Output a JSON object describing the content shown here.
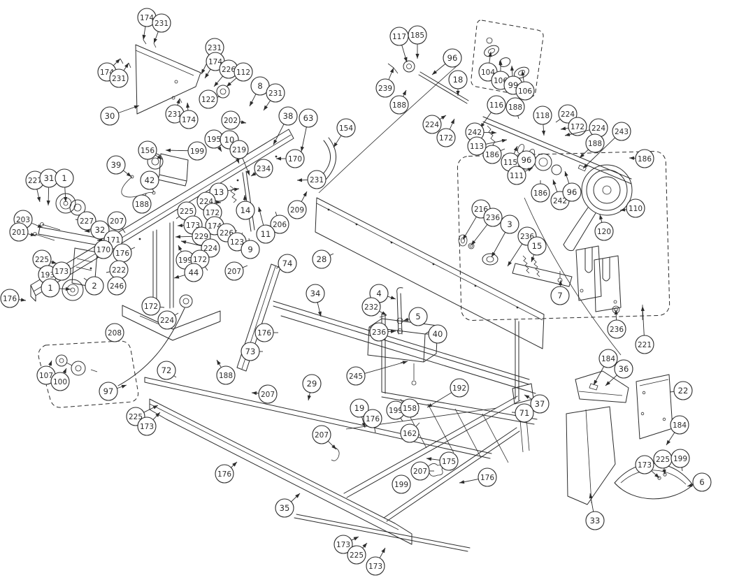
{
  "figure": {
    "type": "exploded-parts-diagram",
    "background": "#ffffff",
    "line_color": "#2b2b2b",
    "balloon_radius": 13,
    "callout_count": 157
  },
  "callouts": [
    [
      "174",
      210,
      25,
      205,
      57
    ],
    [
      "231",
      231,
      33,
      220,
      62
    ],
    [
      "174",
      153,
      103,
      172,
      84
    ],
    [
      "231",
      170,
      112,
      184,
      90
    ],
    [
      "30",
      157,
      166,
      199,
      151
    ],
    [
      "231",
      307,
      68,
      288,
      106
    ],
    [
      "174",
      308,
      88,
      293,
      112
    ],
    [
      "226",
      327,
      99,
      306,
      124
    ],
    [
      "112",
      348,
      103,
      324,
      124
    ],
    [
      "122",
      298,
      142,
      315,
      138
    ],
    [
      "231",
      250,
      163,
      257,
      141
    ],
    [
      "174",
      270,
      171,
      268,
      147
    ],
    [
      "8",
      372,
      123,
      357,
      152
    ],
    [
      "231",
      394,
      133,
      377,
      158
    ],
    [
      "202",
      330,
      172,
      352,
      176
    ],
    [
      "195",
      306,
      199,
      317,
      217
    ],
    [
      "10",
      328,
      200,
      342,
      234
    ],
    [
      "219",
      342,
      214,
      357,
      251
    ],
    [
      "38",
      412,
      166,
      391,
      207
    ],
    [
      "63",
      441,
      169,
      431,
      217
    ],
    [
      "154",
      495,
      183,
      477,
      211
    ],
    [
      "170",
      422,
      227,
      395,
      227
    ],
    [
      "234",
      377,
      241,
      359,
      252
    ],
    [
      "231",
      453,
      257,
      425,
      258
    ],
    [
      "209",
      425,
      300,
      439,
      274
    ],
    [
      "206",
      400,
      321,
      394,
      303
    ],
    [
      "13",
      313,
      275,
      342,
      270
    ],
    [
      "224",
      295,
      288,
      316,
      290
    ],
    [
      "172",
      304,
      304,
      316,
      299
    ],
    [
      "14",
      351,
      301,
      350,
      279
    ],
    [
      "156",
      211,
      215,
      232,
      228
    ],
    [
      "199",
      282,
      216,
      237,
      215
    ],
    [
      "39",
      166,
      236,
      188,
      253
    ],
    [
      "42",
      214,
      258,
      220,
      275
    ],
    [
      "188",
      203,
      292,
      209,
      277
    ],
    [
      "225",
      267,
      302,
      252,
      313
    ],
    [
      "173",
      276,
      322,
      254,
      323
    ],
    [
      "174",
      307,
      323,
      329,
      328
    ],
    [
      "226",
      324,
      333,
      339,
      330
    ],
    [
      "229",
      288,
      338,
      251,
      339
    ],
    [
      "224",
      301,
      355,
      259,
      345
    ],
    [
      "123",
      339,
      346,
      347,
      333
    ],
    [
      "9",
      358,
      357,
      356,
      341
    ],
    [
      "11",
      380,
      335,
      370,
      296
    ],
    [
      "199",
      265,
      372,
      255,
      351
    ],
    [
      "172",
      286,
      371,
      297,
      387
    ],
    [
      "44",
      277,
      390,
      249,
      398
    ],
    [
      "227",
      50,
      258,
      57,
      289
    ],
    [
      "31",
      70,
      255,
      69,
      294
    ],
    [
      "1",
      92,
      255,
      94,
      289
    ],
    [
      "203",
      33,
      314,
      61,
      326
    ],
    [
      "201",
      27,
      332,
      51,
      337
    ],
    [
      "227",
      124,
      316,
      108,
      314
    ],
    [
      "32",
      143,
      329,
      121,
      331
    ],
    [
      "171",
      162,
      343,
      139,
      344
    ],
    [
      "170",
      148,
      357,
      139,
      369
    ],
    [
      "207",
      167,
      316,
      179,
      333
    ],
    [
      "176",
      175,
      362,
      193,
      354
    ],
    [
      "225",
      60,
      371,
      81,
      377
    ],
    [
      "193",
      68,
      393,
      84,
      386
    ],
    [
      "173",
      88,
      388,
      99,
      379
    ],
    [
      "1",
      72,
      412,
      101,
      414
    ],
    [
      "2",
      135,
      409,
      120,
      398
    ],
    [
      "222",
      170,
      386,
      152,
      390
    ],
    [
      "246",
      167,
      409,
      155,
      403
    ],
    [
      "176",
      14,
      427,
      37,
      430
    ],
    [
      "172",
      216,
      438,
      235,
      440
    ],
    [
      "224",
      239,
      458,
      255,
      448
    ],
    [
      "208",
      164,
      476,
      177,
      475
    ],
    [
      "107",
      66,
      537,
      74,
      516
    ],
    [
      "100",
      86,
      546,
      95,
      527
    ],
    [
      "97",
      155,
      560,
      181,
      551
    ],
    [
      "72",
      238,
      530,
      252,
      540
    ],
    [
      "225",
      194,
      596,
      226,
      580
    ],
    [
      "173",
      210,
      610,
      229,
      590
    ],
    [
      "28",
      460,
      371,
      477,
      363
    ],
    [
      "34",
      451,
      420,
      459,
      453
    ],
    [
      "4",
      542,
      420,
      566,
      428
    ],
    [
      "232",
      531,
      439,
      553,
      451
    ],
    [
      "5",
      598,
      453,
      577,
      459
    ],
    [
      "236",
      542,
      475,
      566,
      474
    ],
    [
      "40",
      626,
      478,
      608,
      478
    ],
    [
      "245",
      509,
      538,
      583,
      517
    ],
    [
      "74",
      411,
      377,
      395,
      384
    ],
    [
      "207",
      335,
      388,
      354,
      380
    ],
    [
      "73",
      358,
      503,
      376,
      503
    ],
    [
      "176",
      378,
      476,
      398,
      476
    ],
    [
      "188",
      323,
      537,
      310,
      515
    ],
    [
      "207",
      383,
      564,
      360,
      562
    ],
    [
      "29",
      446,
      549,
      441,
      573
    ],
    [
      "176",
      321,
      678,
      339,
      661
    ],
    [
      "35",
      407,
      727,
      429,
      706
    ],
    [
      "207",
      460,
      622,
      481,
      643
    ],
    [
      "19",
      514,
      584,
      522,
      612
    ],
    [
      "176",
      533,
      599,
      537,
      619
    ],
    [
      "199",
      566,
      587,
      576,
      603
    ],
    [
      "158",
      586,
      584,
      598,
      592
    ],
    [
      "192",
      657,
      555,
      611,
      583
    ],
    [
      "162",
      586,
      620,
      600,
      605
    ],
    [
      "37",
      772,
      578,
      750,
      565
    ],
    [
      "71",
      750,
      591,
      732,
      590
    ],
    [
      "175",
      642,
      660,
      610,
      656
    ],
    [
      "207",
      601,
      674,
      621,
      674
    ],
    [
      "199",
      574,
      693,
      580,
      681
    ],
    [
      "176",
      697,
      683,
      657,
      691
    ],
    [
      "173",
      491,
      779,
      513,
      768
    ],
    [
      "225",
      510,
      794,
      525,
      777
    ],
    [
      "173",
      537,
      810,
      551,
      784
    ],
    [
      "117",
      571,
      52,
      582,
      89
    ],
    [
      "185",
      597,
      50,
      597,
      84
    ],
    [
      "239",
      551,
      126,
      563,
      97
    ],
    [
      "188",
      571,
      150,
      581,
      129
    ],
    [
      "96",
      647,
      83,
      618,
      107
    ],
    [
      "18",
      655,
      114,
      655,
      137
    ],
    [
      "104",
      698,
      103,
      702,
      74
    ],
    [
      "106",
      716,
      115,
      716,
      86
    ],
    [
      "99",
      734,
      122,
      732,
      94
    ],
    [
      "106",
      751,
      130,
      747,
      101
    ],
    [
      "224",
      618,
      178,
      638,
      165
    ],
    [
      "172",
      638,
      197,
      650,
      170
    ],
    [
      "116",
      710,
      150,
      687,
      183
    ],
    [
      "188",
      737,
      153,
      742,
      170
    ],
    [
      "118",
      776,
      165,
      778,
      194
    ],
    [
      "224",
      812,
      163,
      795,
      175
    ],
    [
      "172",
      826,
      181,
      802,
      185
    ],
    [
      "224",
      856,
      183,
      808,
      194
    ],
    [
      "243",
      889,
      188,
      834,
      241
    ],
    [
      "188",
      851,
      205,
      829,
      226
    ],
    [
      "186",
      922,
      227,
      900,
      226
    ],
    [
      "186",
      704,
      221,
      722,
      213
    ],
    [
      "115",
      730,
      232,
      740,
      209
    ],
    [
      "96",
      753,
      229,
      748,
      215
    ],
    [
      "111",
      739,
      251,
      762,
      240
    ],
    [
      "242",
      679,
      189,
      710,
      190
    ],
    [
      "113",
      682,
      209,
      725,
      200
    ],
    [
      "186",
      773,
      276,
      773,
      258
    ],
    [
      "242",
      801,
      287,
      791,
      257
    ],
    [
      "96",
      818,
      275,
      808,
      245
    ],
    [
      "110",
      909,
      298,
      887,
      301
    ],
    [
      "120",
      864,
      331,
      858,
      307
    ],
    [
      "216",
      688,
      299,
      662,
      343
    ],
    [
      "236",
      705,
      311,
      674,
      351
    ],
    [
      "3",
      729,
      321,
      703,
      368
    ],
    [
      "236",
      754,
      338,
      726,
      381
    ],
    [
      "15",
      768,
      352,
      760,
      375
    ],
    [
      "7",
      801,
      423,
      802,
      401
    ],
    [
      "236",
      882,
      471,
      881,
      443
    ],
    [
      "221",
      922,
      493,
      919,
      438
    ],
    [
      "184",
      870,
      513,
      849,
      551
    ],
    [
      "36",
      892,
      528,
      866,
      552
    ],
    [
      "22",
      977,
      559,
      958,
      561
    ],
    [
      "184",
      972,
      608,
      953,
      637
    ],
    [
      "173",
      922,
      665,
      943,
      684
    ],
    [
      "225",
      948,
      657,
      951,
      679
    ],
    [
      "199",
      973,
      656,
      976,
      674
    ],
    [
      "6",
      1004,
      690,
      983,
      696
    ],
    [
      "33",
      851,
      745,
      844,
      706
    ]
  ]
}
